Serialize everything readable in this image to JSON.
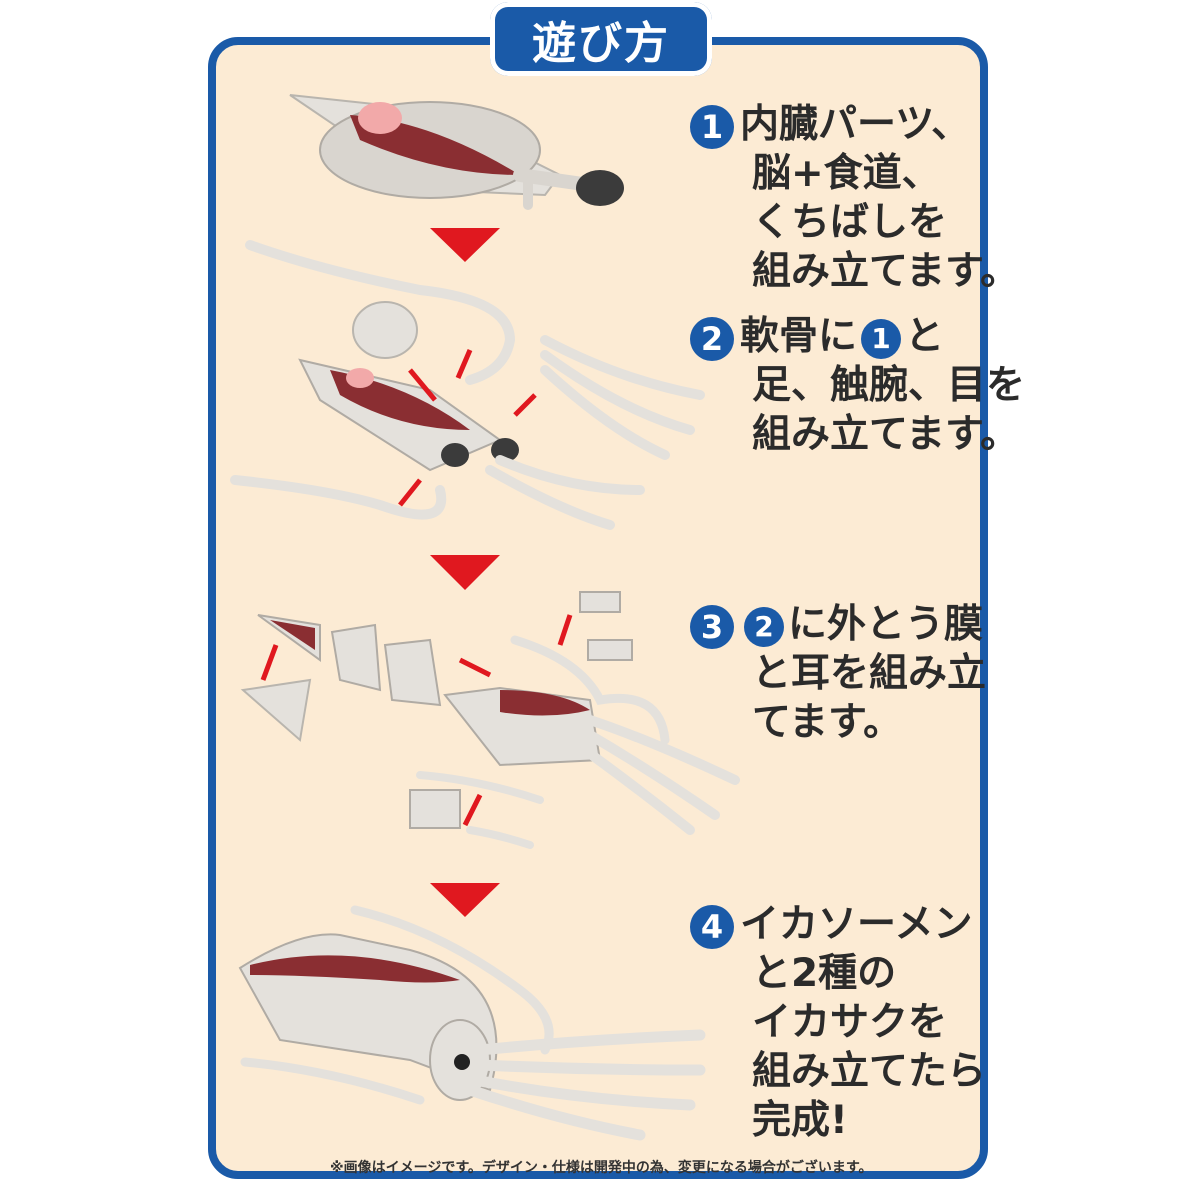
{
  "header": {
    "title": "遊び方"
  },
  "steps": [
    {
      "num": "1",
      "line1": "内臓パーツ、",
      "lines": "脳+食道、\nくちばしを\n組み立てます。"
    },
    {
      "num": "2",
      "ref": "1",
      "pre": "軟骨に",
      "post": "と",
      "lines": "足、触腕、目を\n組み立てます。"
    },
    {
      "num": "3",
      "ref": "2",
      "post": "に外とう膜",
      "lines": "と耳を組み立\nてます。"
    },
    {
      "num": "4",
      "line1": "イカソーメン",
      "lines": "と2種の\nイカサクを\n組み立てたら\n完成!"
    }
  ],
  "footnote": "※画像はイメージです。デザイン・仕様は開発中の為、変更になる場合がございます。",
  "colors": {
    "border": "#1a5aa8",
    "panel": "#fcebd4",
    "arrow": "#e0181f",
    "body": "#e4e1dc",
    "organ": "#8a2e32"
  }
}
